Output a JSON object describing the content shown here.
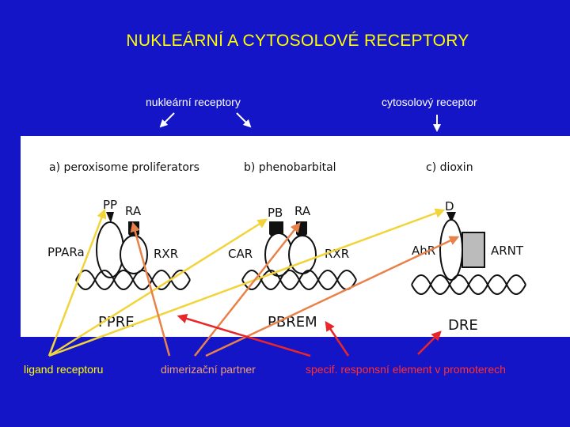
{
  "title": "NUKLEÁRNÍ A CYTOSOLOVÉ RECEPTORY",
  "headers": {
    "nuclear": "nukleární receptory",
    "cytosolic": "cytosolový receptor"
  },
  "panels": {
    "a": {
      "heading": "a) peroxisome proliferators",
      "ligand": "PP",
      "partner": "RA",
      "left_receptor": "PPARa",
      "right_receptor": "RXR",
      "element": "PPRE"
    },
    "b": {
      "heading": "b) phenobarbital",
      "ligand": "PB",
      "partner": "RA",
      "left_receptor": "CAR",
      "right_receptor": "RXR",
      "element": "PBREM"
    },
    "c": {
      "heading": "c) dioxin",
      "ligand": "D",
      "left_receptor": "AhR",
      "right_receptor": "ARNT",
      "element": "DRE"
    }
  },
  "bottom_labels": {
    "ligand": "ligand receptoru",
    "partner": "dimerizační partner",
    "element": "specif. responsní element v promoterech"
  },
  "colors": {
    "background": "#1515c8",
    "title": "#ffff00",
    "ligand_arrows": "#f2d43a",
    "partner_arrows": "#e8824a",
    "element_arrows": "#e8262a"
  }
}
